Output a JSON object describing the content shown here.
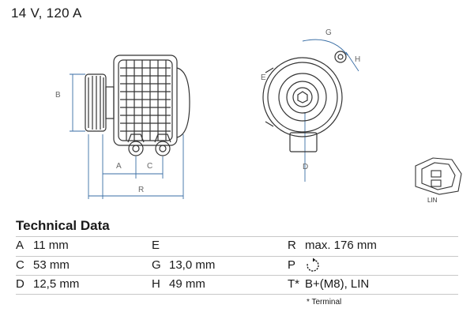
{
  "header": {
    "title": "14 V, 120 A"
  },
  "drawing": {
    "dimension_labels": [
      "A",
      "B",
      "C",
      "D",
      "E",
      "G",
      "H",
      "R"
    ],
    "connector_label": "LIN"
  },
  "technical_data": {
    "heading": "Technical Data",
    "columns": [
      [
        {
          "key": "A",
          "value": "11 mm"
        },
        {
          "key": "C",
          "value": "53 mm"
        },
        {
          "key": "D",
          "value": "12,5 mm"
        }
      ],
      [
        {
          "key": "E",
          "value": ""
        },
        {
          "key": "G",
          "value": "13,0 mm"
        },
        {
          "key": "H",
          "value": "49 mm"
        }
      ],
      [
        {
          "key": "R",
          "value": "max. 176 mm"
        },
        {
          "key": "P",
          "value": "rotation-clockwise-icon"
        },
        {
          "key": "T*",
          "value": "B+(M8), LIN"
        }
      ]
    ],
    "footnote": "* Terminal"
  },
  "colors": {
    "drawing_stroke": "#333333",
    "dimension_line": "#3a6ea5",
    "divider": "#c8c8c8"
  }
}
